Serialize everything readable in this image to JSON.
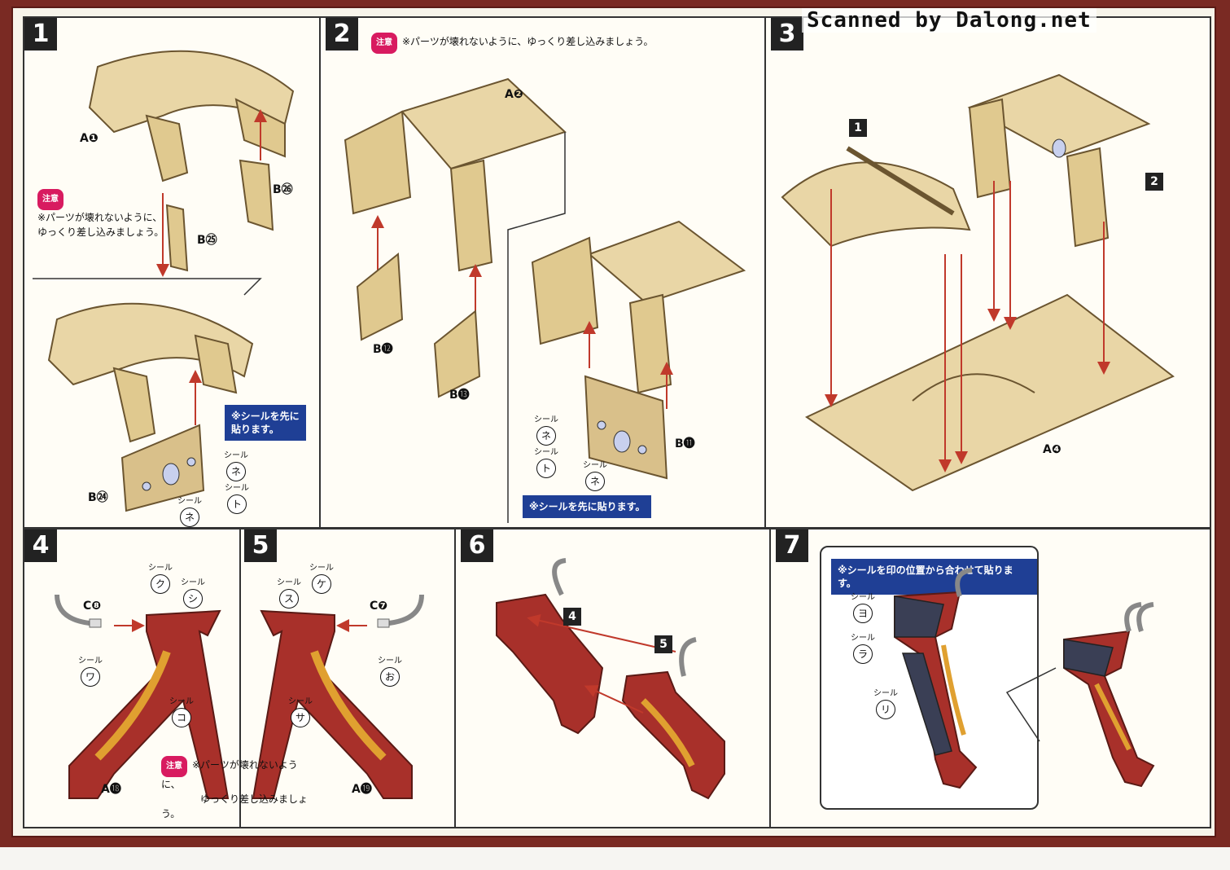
{
  "scan_text": "Scanned by Dalong.net",
  "caution_label": "注意",
  "caution_text": "※パーツが壊れないように、ゆっくり差し込みましょう。",
  "caution_text_line1": "※パーツが壊れないように、",
  "caution_text_line2": "ゆっくり差し込みましょう。",
  "sticker_first_note": "※シールを先に貼ります。",
  "sticker_first_note_line1": "※シールを先に",
  "sticker_first_note_line2": "貼ります。",
  "sticker_mark_note": "※シールを印の位置から合わせて貼ります。",
  "sticker_word": "シール",
  "steps": {
    "s1": "1",
    "s2": "2",
    "s3": "3",
    "s4": "4",
    "s5": "5",
    "s6": "6",
    "s7": "7"
  },
  "parts": {
    "a1": "A❶",
    "b26": "B㉖",
    "b25": "B㉕",
    "b24": "B㉔",
    "a2": "A❷",
    "b12": "B⓬",
    "b13": "B⓭",
    "b11": "B⓫",
    "a4": "A❹",
    "c8": "C❽",
    "a18": "A⓲",
    "c7": "C❼",
    "a19": "A⓳",
    "ref1": "1",
    "ref2": "2",
    "ref4": "4",
    "ref5": "5"
  },
  "stickers": {
    "ne": "ネ",
    "to": "ト",
    "ku": "ク",
    "shi": "シ",
    "wa": "ワ",
    "ko": "コ",
    "su": "ス",
    "ke": "ケ",
    "o": "お",
    "sa": "サ",
    "yo": "ヨ",
    "ra": "ラ",
    "ri": "リ"
  },
  "colors": {
    "wood": "#e9d6a6",
    "wood_stroke": "#6b5530",
    "red": "#a8302a",
    "gold": "#e0a030",
    "blue": "#1f3f95",
    "pink": "#d81b60",
    "dark": "#3a3f55"
  }
}
